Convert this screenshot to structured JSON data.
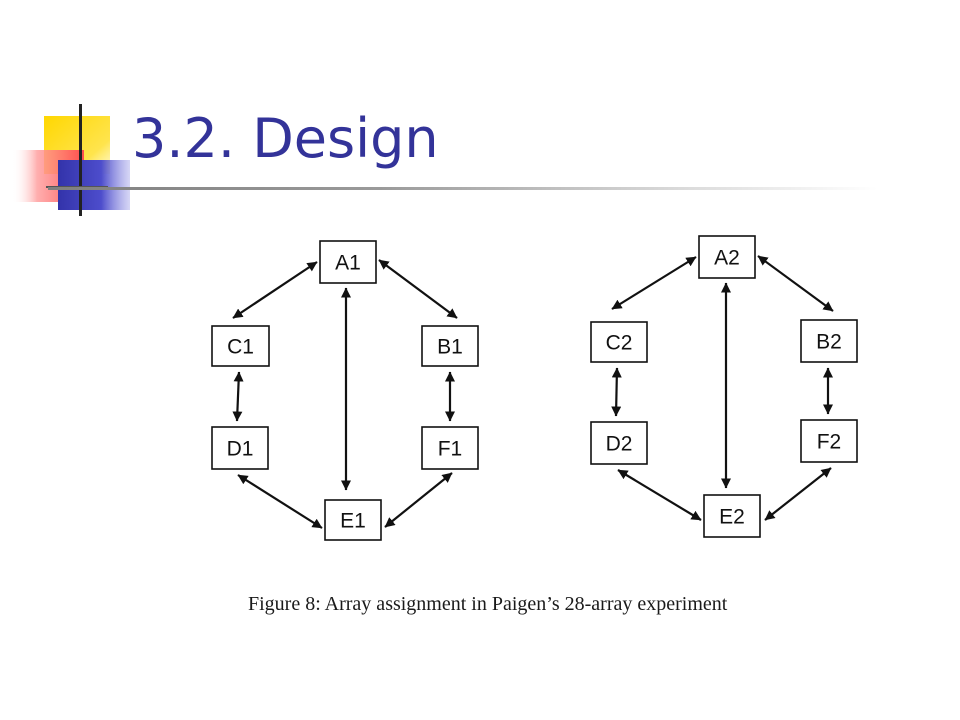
{
  "slide": {
    "title": "3.2. Design"
  },
  "diagram": {
    "groups": [
      {
        "nodes": [
          {
            "id": "A1",
            "label": "A1"
          },
          {
            "id": "B1",
            "label": "B1"
          },
          {
            "id": "C1",
            "label": "C1"
          },
          {
            "id": "D1",
            "label": "D1"
          },
          {
            "id": "E1",
            "label": "E1"
          },
          {
            "id": "F1",
            "label": "F1"
          }
        ],
        "edges": [
          {
            "from": "A1",
            "to": "C1",
            "direction": "both"
          },
          {
            "from": "A1",
            "to": "B1",
            "direction": "both"
          },
          {
            "from": "A1",
            "to": "E1",
            "direction": "both"
          },
          {
            "from": "C1",
            "to": "D1",
            "direction": "both"
          },
          {
            "from": "B1",
            "to": "F1",
            "direction": "both"
          },
          {
            "from": "D1",
            "to": "E1",
            "direction": "both"
          },
          {
            "from": "F1",
            "to": "E1",
            "direction": "both"
          }
        ]
      },
      {
        "nodes": [
          {
            "id": "A2",
            "label": "A2"
          },
          {
            "id": "B2",
            "label": "B2"
          },
          {
            "id": "C2",
            "label": "C2"
          },
          {
            "id": "D2",
            "label": "D2"
          },
          {
            "id": "E2",
            "label": "E2"
          },
          {
            "id": "F2",
            "label": "F2"
          }
        ],
        "edges": [
          {
            "from": "A2",
            "to": "C2",
            "direction": "both"
          },
          {
            "from": "A2",
            "to": "B2",
            "direction": "both"
          },
          {
            "from": "A2",
            "to": "E2",
            "direction": "both"
          },
          {
            "from": "C2",
            "to": "D2",
            "direction": "both"
          },
          {
            "from": "B2",
            "to": "F2",
            "direction": "both"
          },
          {
            "from": "D2",
            "to": "E2",
            "direction": "both"
          },
          {
            "from": "F2",
            "to": "E2",
            "direction": "both"
          }
        ]
      }
    ],
    "caption": "Figure 8:  Array assignment in Paigen’s 28-array experiment"
  }
}
